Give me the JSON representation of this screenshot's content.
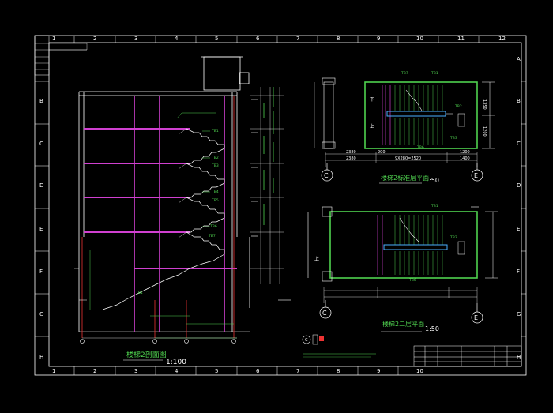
{
  "sheet": {
    "col_labels": [
      "1",
      "2",
      "3",
      "4",
      "5",
      "6",
      "7",
      "8",
      "9",
      "10",
      "11",
      "12"
    ],
    "row_labels": [
      "A",
      "B",
      "C",
      "D",
      "E",
      "F",
      "G",
      "H"
    ]
  },
  "section": {
    "title": "楼梯2剖面图",
    "scale": "1:100",
    "flight_tags": [
      "TB1",
      "TB2",
      "TB3",
      "TB4",
      "TB5",
      "TB6",
      "TB7",
      "TB1"
    ],
    "stair_tag": "TB1"
  },
  "plan_top": {
    "title": "楼梯2标准层平面",
    "scale": "1:50",
    "axis_left": "C",
    "axis_right": "E",
    "dim_row1": [
      "2380",
      "200",
      "1200"
    ],
    "dim_row2": [
      "2380",
      "9X280=2520",
      "1400"
    ],
    "dims_side": [
      "1350",
      "1200"
    ],
    "up_label": "上",
    "down_label": "下"
  },
  "plan_bottom": {
    "title": "楼梯2二层平面",
    "scale": "1:50",
    "axis_left": "C",
    "axis_right": "E",
    "up_label": "上"
  },
  "legend": {
    "axis_mark": "C"
  },
  "title_block": {}
}
